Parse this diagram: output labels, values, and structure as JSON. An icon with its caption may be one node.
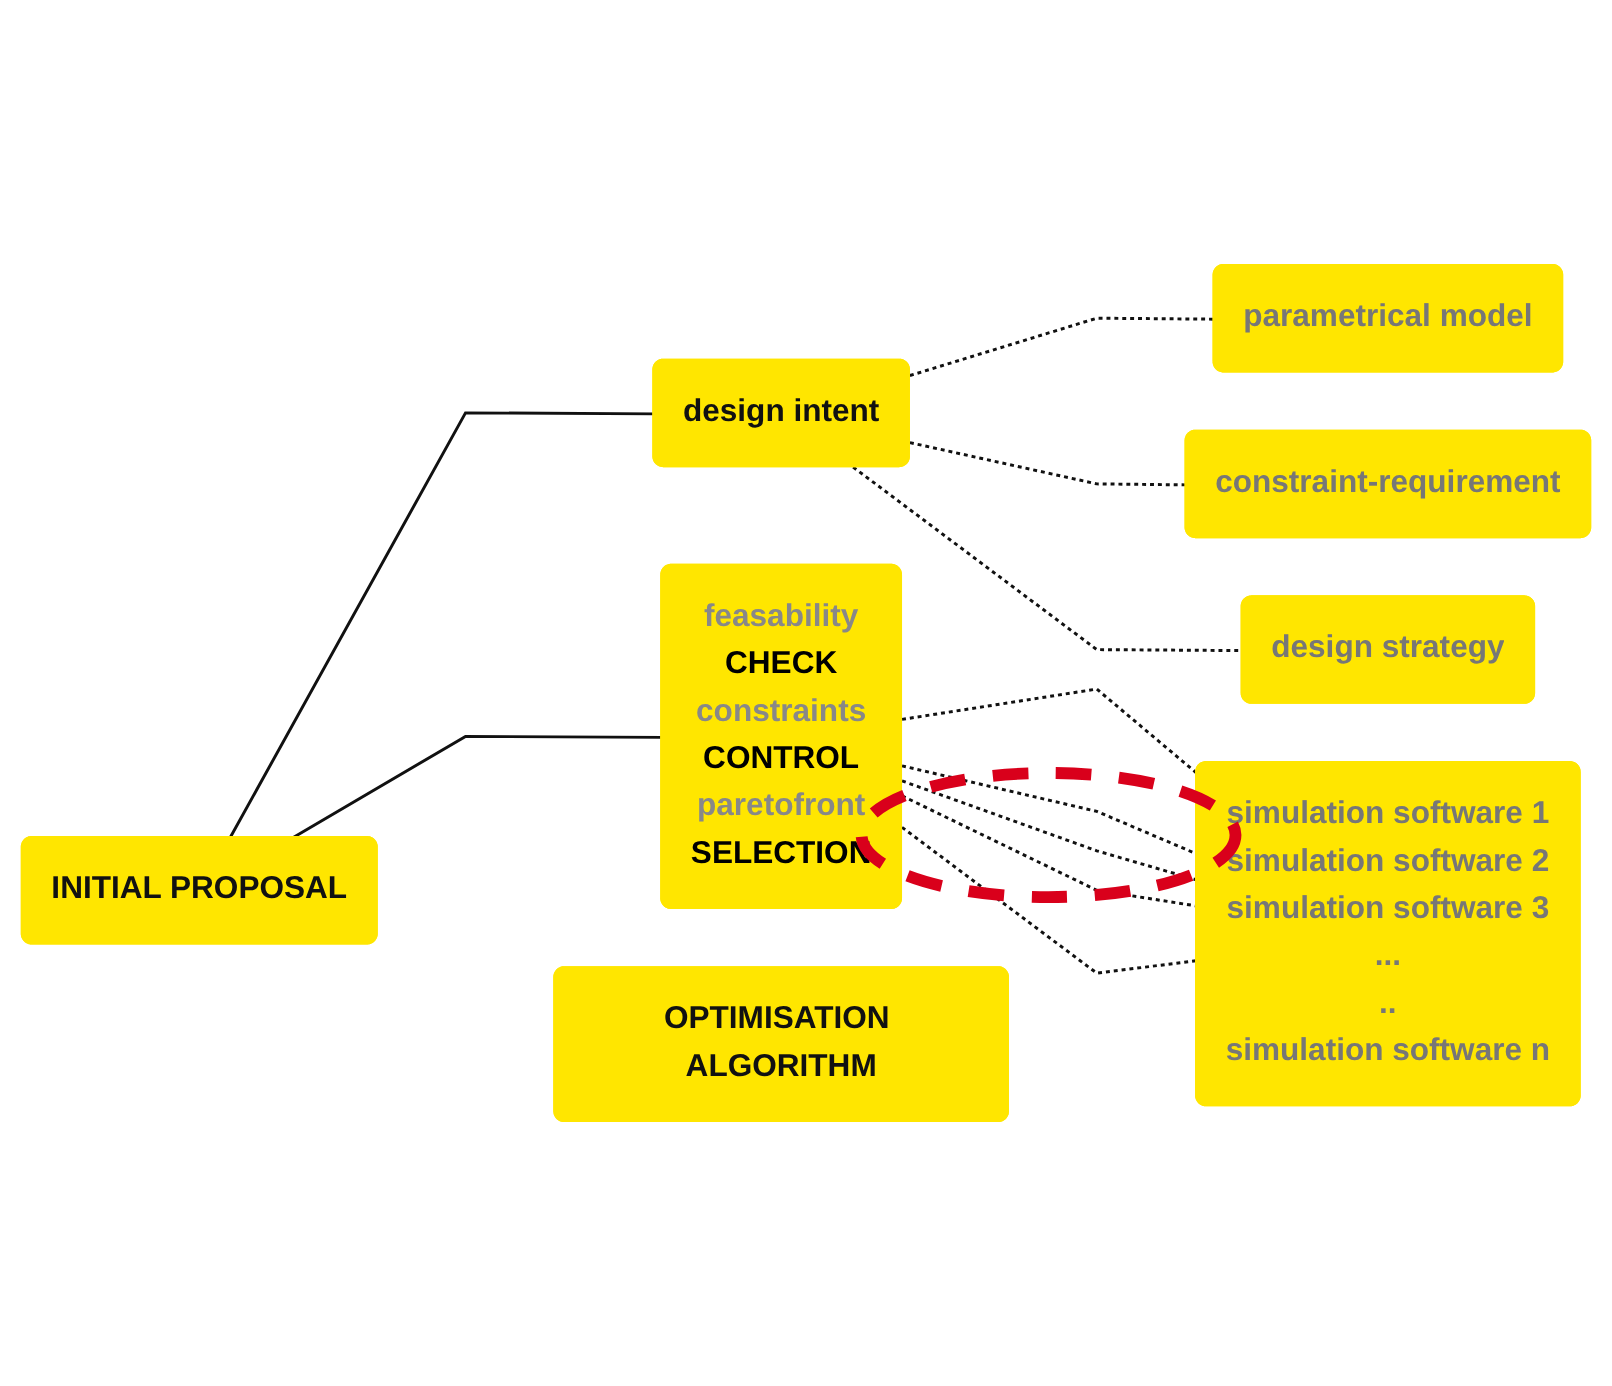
{
  "diagram": {
    "nodes": [
      {
        "text": [
          "INITIAL PROPOSAL"
        ]
      },
      {
        "text": [
          "design intent"
        ]
      },
      {
        "text": [
          "parametrical model"
        ]
      },
      {
        "text": [
          "constraint-requirement"
        ]
      },
      {
        "text": [
          "design strategy"
        ]
      },
      {
        "text": [
          "OPTIMISATION ALGORITHM"
        ]
      },
      {
        "text": [
          "feasability",
          "CHECK",
          "constraints",
          "CONTROL",
          "paretofront",
          "SELECTION"
        ]
      },
      {
        "text": [
          "simulation software 1",
          "simulation software 2",
          "simulation software 3",
          "...",
          "..",
          "simulation software n"
        ]
      }
    ],
    "edges": [
      {
        "from": 0,
        "to": 1,
        "arrow": "none"
      },
      {
        "from": 1,
        "to": 2,
        "arrow": "none",
        "style": "dashed"
      },
      {
        "from": 1,
        "to": 3,
        "arrow": "none",
        "style": "dashed"
      },
      {
        "from": 1,
        "to": 4,
        "arrow": "none",
        "style": "dashed"
      },
      {
        "from": 0,
        "to": 6,
        "arrow": "none"
      },
      {
        "from": 6,
        "to": 7,
        "arrow": "none",
        "style": "dashed"
      },
      {
        "from": 6,
        "to": 7,
        "arrow": "none",
        "style": "dashed"
      },
      {
        "from": 6,
        "to": 7,
        "arrow": "none",
        "style": "dashed"
      },
      {
        "from": 6,
        "to": 7,
        "arrow": "none",
        "style": "dashed"
      },
      {
        "from": 6,
        "to": 7,
        "arrow": "none",
        "style": "dashed"
      }
    ]
  }
}
